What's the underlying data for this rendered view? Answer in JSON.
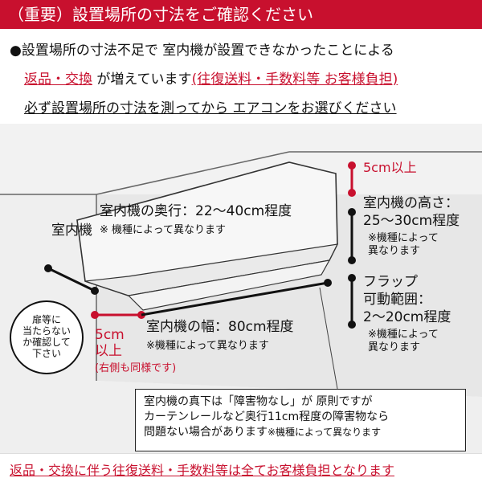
{
  "header": {
    "title": "（重要）設置場所の寸法をご確認ください"
  },
  "intro": {
    "line1": "●設置場所の寸法不足で 室内機が設置できなかったことによる",
    "line2_red": "返品・交換",
    "line2_mid": " が増えています",
    "line2_red2": "(往復送料・手数料等 お客様負担)",
    "line3": "必ず設置場所の寸法を測ってから エアコンをお選びください"
  },
  "diagram": {
    "depth_title": "室内機の奥行：22～40cm程度",
    "depth_note": "※ 機種によって異なります",
    "depth_prefix": "室内機",
    "height_top": "5cm以上",
    "height_title": "室内機の高さ：",
    "height_value": "25～30cm程度",
    "height_note1": "※機種によって",
    "height_note2": "異なります",
    "flap_title": "フラップ",
    "flap_sub": "可動範囲：",
    "flap_value": "2～20cm程度",
    "flap_note1": "※機種によって",
    "flap_note2": "異なります",
    "width_title": "室内機の幅：80cm程度",
    "width_note": "※機種によって異なります",
    "left_gap1": "5cm",
    "left_gap2": "以上",
    "left_gap3": "(右側も同様です)",
    "badge": "扉等に\n当たらない\nか確認して\n下さい"
  },
  "note_box": {
    "line1": "室内機の真下は「障害物なし」が 原則ですが",
    "line2": "カーテンレールなど奥行11cm程度の障害物なら",
    "line3": "問題ない場合があります",
    "line3_sm": "※機種によって異なります"
  },
  "footer": {
    "text": "返品・交換に伴う往復送料・手数料等は全てお客様負担となります"
  },
  "colors": {
    "accent": "#c8102e",
    "wall": "#e6e6e6"
  }
}
